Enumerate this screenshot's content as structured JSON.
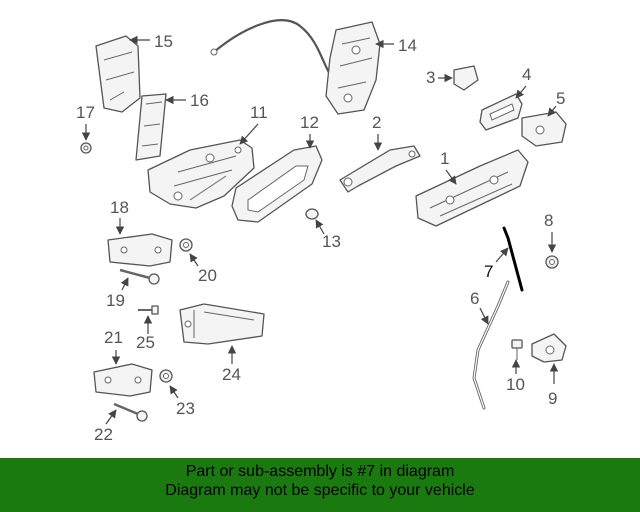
{
  "callouts": {
    "n1": "1",
    "n2": "2",
    "n3": "3",
    "n4": "4",
    "n5": "5",
    "n6": "6",
    "n7": "7",
    "n8": "8",
    "n9": "9",
    "n10": "10",
    "n11": "11",
    "n12": "12",
    "n13": "13",
    "n14": "14",
    "n15": "15",
    "n16": "16",
    "n17": "17",
    "n18": "18",
    "n19": "19",
    "n20": "20",
    "n21": "21",
    "n22": "22",
    "n23": "23",
    "n24": "24",
    "n25": "25"
  },
  "highlighted_part": "7",
  "banner": {
    "line1": "Part or sub-assembly is #7 in diagram",
    "line2": "Diagram may not be specific to your vehicle",
    "background": "#1a7a10"
  }
}
